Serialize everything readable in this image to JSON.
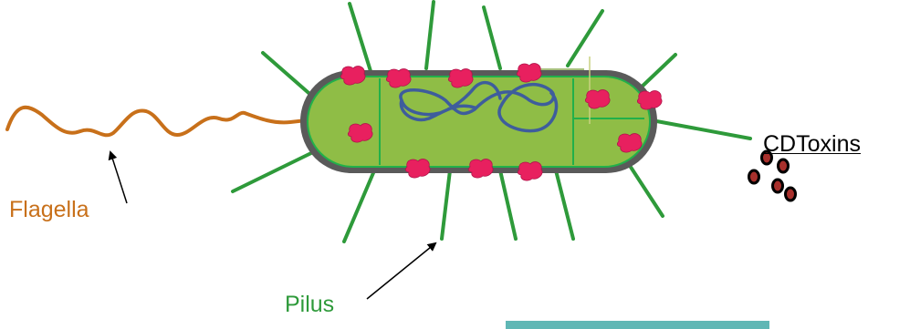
{
  "labels": {
    "flagella": "Flagella",
    "pilus": "Pilus",
    "toxins": "CDToxins"
  },
  "colors": {
    "flagella": "#c8701a",
    "pilus": "#2e9a3a",
    "toxins_text": "#000000",
    "cytoplasm": "#8fbd46",
    "cell_wall": "#5a5a5a",
    "inner_membrane": "#22b04a",
    "ribosomes": "#e8205f",
    "dna": "#3e5d9c",
    "toxin_fill": "#a8302c",
    "footer_box": "#5fb7b5"
  },
  "icons": {
    "toxin_particles": "toxin-circle-icon",
    "arrows": "arrow-icon"
  }
}
